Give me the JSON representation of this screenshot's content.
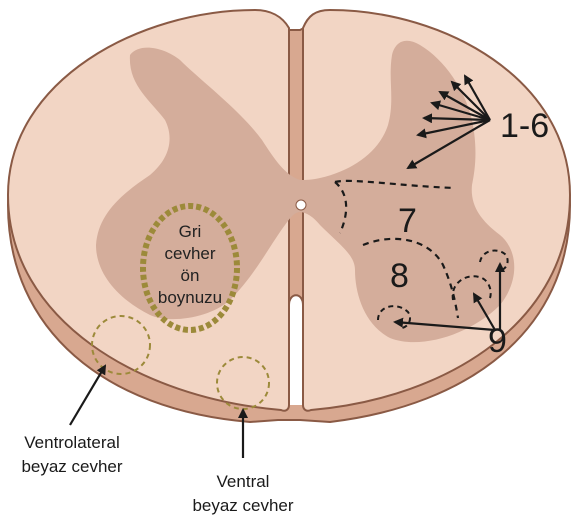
{
  "labels": {
    "laminae_1_6": "1-6",
    "lamina_7": "7",
    "lamina_8": "8",
    "lamina_9": "9",
    "anterior_horn": [
      "Gri",
      "cevher",
      "ön",
      "boynuzu"
    ],
    "ventrolateral_white": [
      "Ventrolateral",
      "beyaz cevher"
    ],
    "ventral_white": [
      "Ventral",
      "beyaz cevher"
    ]
  },
  "colors": {
    "white_matter": "#f2d5c4",
    "gray_matter": "#d4ad9b",
    "outline": "#8a5a45",
    "side_shadow": "#d8a890",
    "horn_ring": "#9c8a3a",
    "arrows": "#1a1a1a"
  }
}
